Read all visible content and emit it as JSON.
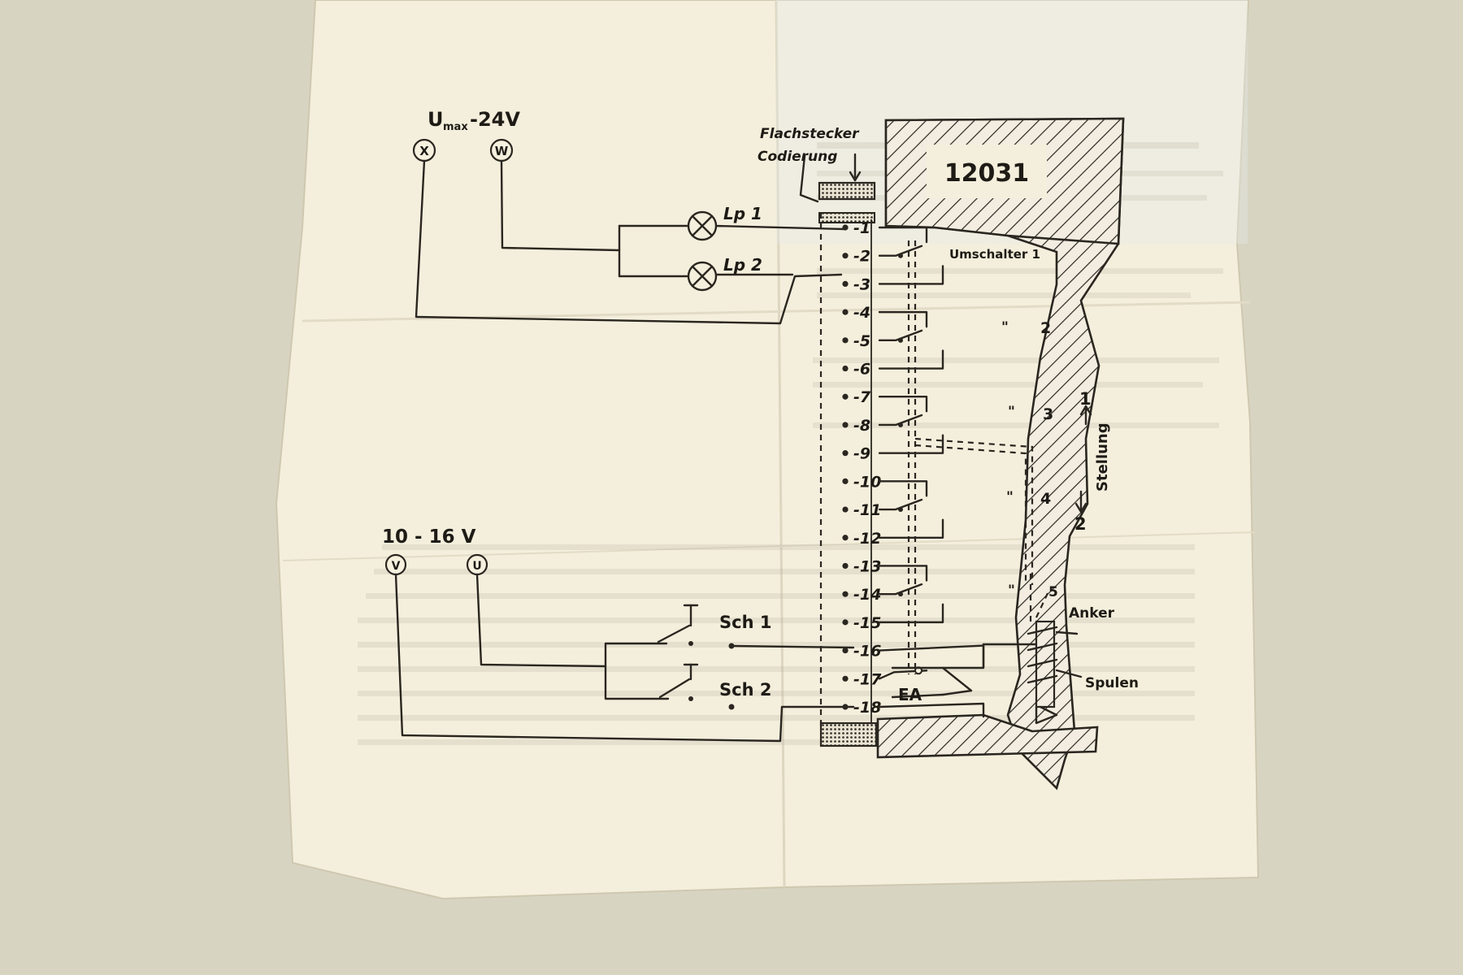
{
  "supply_top": {
    "label_u": "U",
    "label_sub": "max",
    "label_rest": "-24V",
    "terminals": [
      "X",
      "W"
    ]
  },
  "supply_bottom": {
    "label": "10 - 16 V",
    "terminals": [
      "V",
      "U"
    ]
  },
  "connector": {
    "label_line1": "Flachstecker",
    "label_line2": "Codierung",
    "pins": [
      "1",
      "2",
      "3",
      "4",
      "5",
      "6",
      "7",
      "8",
      "9",
      "10",
      "11",
      "12",
      "13",
      "14",
      "15",
      "16",
      "17",
      "18"
    ]
  },
  "lamps": [
    "Lp 1",
    "Lp 2"
  ],
  "switches": [
    "Sch 1",
    "Sch 2"
  ],
  "model_number": "12031",
  "changeover": {
    "first_label": "Umschalter 1",
    "ditto_labels": [
      {
        "mark": "\"",
        "num": "2"
      },
      {
        "mark": "\"",
        "num": "3"
      },
      {
        "mark": "\"",
        "num": "4"
      },
      {
        "mark": "\"",
        "num": "5"
      }
    ]
  },
  "position": {
    "label": "Stellung",
    "top": "1",
    "bottom": "2"
  },
  "anker_label": "Anker",
  "spulen_label": "Spulen",
  "ea_label": "EA"
}
